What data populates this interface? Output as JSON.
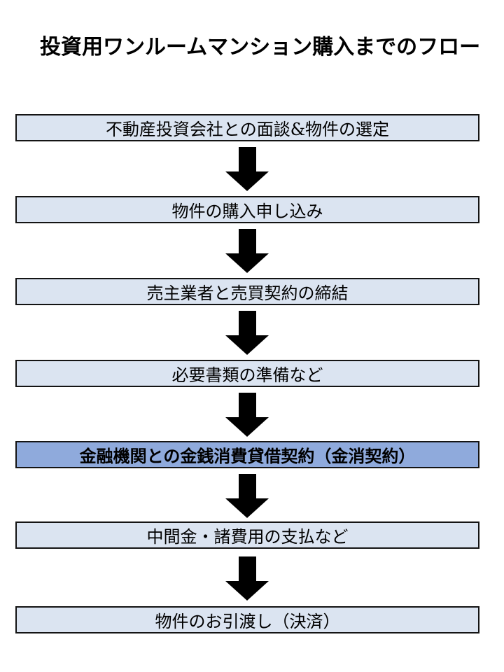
{
  "title": "投資用ワンルームマンション購入までのフロー",
  "colors": {
    "page_bg": "#ffffff",
    "box_fill": "#dbe4f1",
    "highlight_fill": "#8faadc",
    "box_border": "#141414",
    "arrow": "#000000",
    "text": "#000000"
  },
  "steps": [
    {
      "label": "不動産投資会社との面談&物件の選定",
      "highlighted": false
    },
    {
      "label": "物件の購入申し込み",
      "highlighted": false
    },
    {
      "label": "売主業者と売買契約の締結",
      "highlighted": false
    },
    {
      "label": "必要書類の準備など",
      "highlighted": false
    },
    {
      "label": "金融機関との金銭消費貸借契約（金消契約）",
      "highlighted": true
    },
    {
      "label": "中間金・諸費用の支払など",
      "highlighted": false
    },
    {
      "label": "物件のお引渡し（決済）",
      "highlighted": false
    }
  ]
}
